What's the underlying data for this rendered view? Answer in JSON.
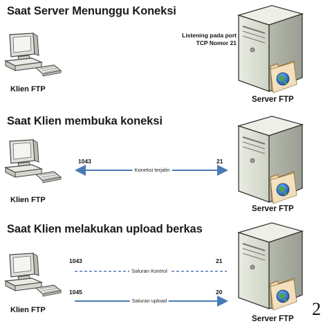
{
  "panels": [
    {
      "heading": "Saat Server Menunggu Koneksi",
      "client_label": "Klien FTP",
      "server_label": "Server FTP",
      "note_line1": "Listening pada port",
      "note_line2": "TCP Nomor 21"
    },
    {
      "heading": "Saat Klien membuka koneksi",
      "client_label": "Klien FTP",
      "server_label": "Server FTP",
      "connections": [
        {
          "client_port": "1043",
          "server_port": "21",
          "label": "Koneksi terjalin",
          "style": "solid"
        }
      ]
    },
    {
      "heading": "Saat Klien melakukan upload berkas",
      "client_label": "Klien FTP",
      "server_label": "Server FTP",
      "connections": [
        {
          "client_port": "1043",
          "server_port": "21",
          "label": "Saluran Kontrol",
          "style": "dashed"
        },
        {
          "client_port": "1045",
          "server_port": "20",
          "label": "Saluran upload",
          "style": "solid-right"
        }
      ]
    }
  ],
  "page_number": "2",
  "colors": {
    "arrow": "#4a7ab5",
    "server_body": "#d9ddd0",
    "monitor": "#e6e8e2"
  }
}
